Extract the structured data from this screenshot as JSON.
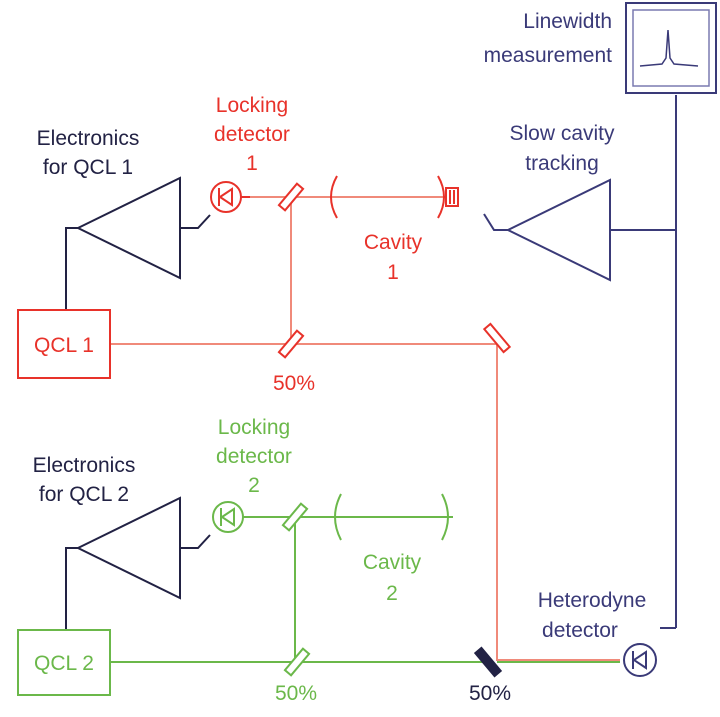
{
  "colors": {
    "navy": "#3a3a78",
    "red": "#e8322a",
    "red_beam": "#f08a7a",
    "green": "#6bb84a",
    "dark": "#222244",
    "lavender": "#7a7ab0"
  },
  "labels": {
    "linewidth_1": "Linewidth",
    "linewidth_2": "measurement",
    "locking1_1": "Locking",
    "locking1_2": "detector",
    "locking1_3": "1",
    "electronics1_1": "Electronics",
    "electronics1_2": "for QCL 1",
    "slow_1": "Slow cavity",
    "slow_2": "tracking",
    "cavity1_1": "Cavity",
    "cavity1_2": "1",
    "qcl1": "QCL 1",
    "split1": "50%",
    "locking2_1": "Locking",
    "locking2_2": "detector",
    "locking2_3": "2",
    "electronics2_1": "Electronics",
    "electronics2_2": "for QCL 2",
    "cavity2_1": "Cavity",
    "cavity2_2": "2",
    "heterodyne_1": "Heterodyne",
    "heterodyne_2": "detector",
    "qcl2": "QCL 2",
    "split2": "50%",
    "split3": "50%"
  },
  "components": {
    "lasers": [
      "qcl1",
      "qcl2"
    ],
    "amplifiers": [
      "electronics-qcl1",
      "electronics-qcl2",
      "slow-cavity-tracking"
    ],
    "detectors": [
      "locking-detector-1",
      "locking-detector-2",
      "heterodyne-detector"
    ],
    "cavities": [
      "cavity-1",
      "cavity-2"
    ],
    "beam_splitters": [
      "splitter-50-red",
      "splitter-50-green",
      "splitter-50-combiner"
    ],
    "display": "linewidth-measurement-scope"
  }
}
